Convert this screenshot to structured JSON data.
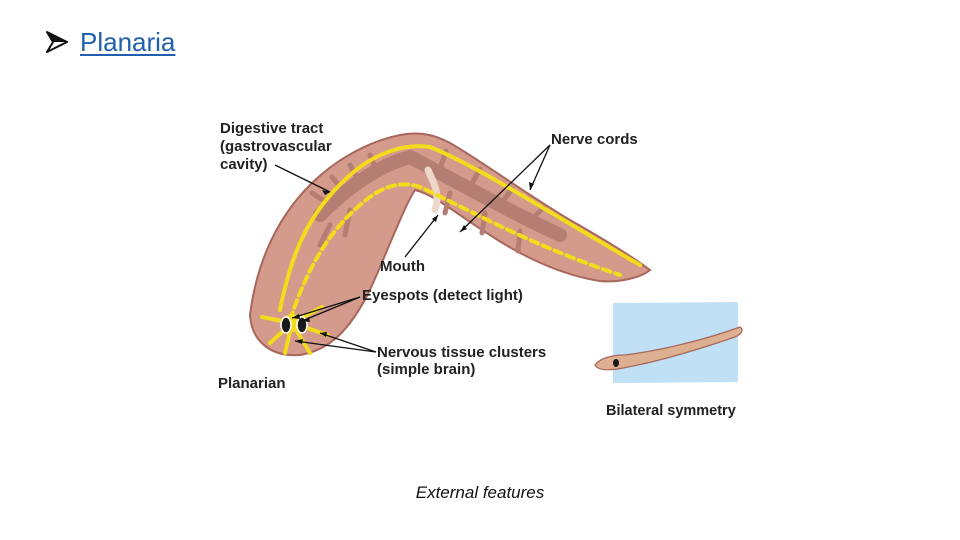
{
  "slide": {
    "heading": "Planaria",
    "bullet_icon": "arrow-bullet-icon",
    "caption": "External features"
  },
  "diagram": {
    "labels": {
      "digestive_tract": [
        "Digestive tract",
        "(gastrovascular",
        "cavity)"
      ],
      "nerve_cords": "Nerve cords",
      "mouth": "Mouth",
      "eyespots": "Eyespots (detect light)",
      "nervous_clusters": [
        "Nervous tissue clusters",
        "(simple brain)"
      ],
      "planarian": "Planarian",
      "bilateral_symmetry": "Bilateral symmetry"
    },
    "colors": {
      "body": "#d49a8c",
      "body_outline": "#a8675c",
      "gut": "#b47e72",
      "nerve": "#f2dc1c",
      "plane": "#a9d6f1"
    }
  }
}
